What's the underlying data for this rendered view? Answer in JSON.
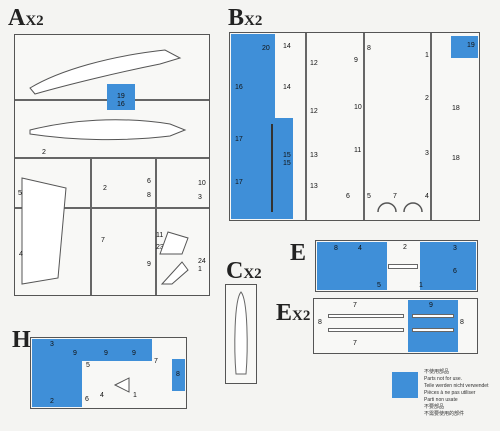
{
  "sprues": {
    "A": {
      "letter": "A",
      "count": "X2",
      "numbers": [
        "19",
        "16",
        "2",
        "5",
        "4",
        "2",
        "7",
        "6",
        "8",
        "9",
        "10",
        "11",
        "23",
        "24",
        "1",
        "3"
      ]
    },
    "B": {
      "letter": "B",
      "count": "X2",
      "numbers": [
        "20",
        "14",
        "16",
        "14",
        "17",
        "15",
        "15",
        "17",
        "12",
        "12",
        "13",
        "13",
        "8",
        "9",
        "10",
        "11",
        "1",
        "2",
        "3",
        "4",
        "5",
        "6",
        "7",
        "19",
        "18",
        "18"
      ]
    },
    "C": {
      "letter": "C",
      "count": "X2"
    },
    "E": {
      "letter": "E",
      "count": "",
      "numbers": [
        "8",
        "4",
        "2",
        "3",
        "6",
        "5",
        "1"
      ]
    },
    "E2": {
      "letter": "E",
      "count": "X2",
      "numbers": [
        "7",
        "7",
        "8",
        "9",
        "8"
      ]
    },
    "H": {
      "letter": "H",
      "count": "X2",
      "numbers": [
        "3",
        "9",
        "9",
        "9",
        "5",
        "7",
        "8",
        "2",
        "6",
        "4",
        "1"
      ]
    }
  },
  "legend": {
    "lines": [
      "不使用部品",
      "Parts not for use.",
      "Teile werden nicht verwendet",
      "Pièces à ne pas utiliser",
      "Parti non usate",
      "不要部品",
      "不需要使用的部件"
    ]
  },
  "colors": {
    "unused": "#3f8fd8",
    "outline": "#555555"
  }
}
